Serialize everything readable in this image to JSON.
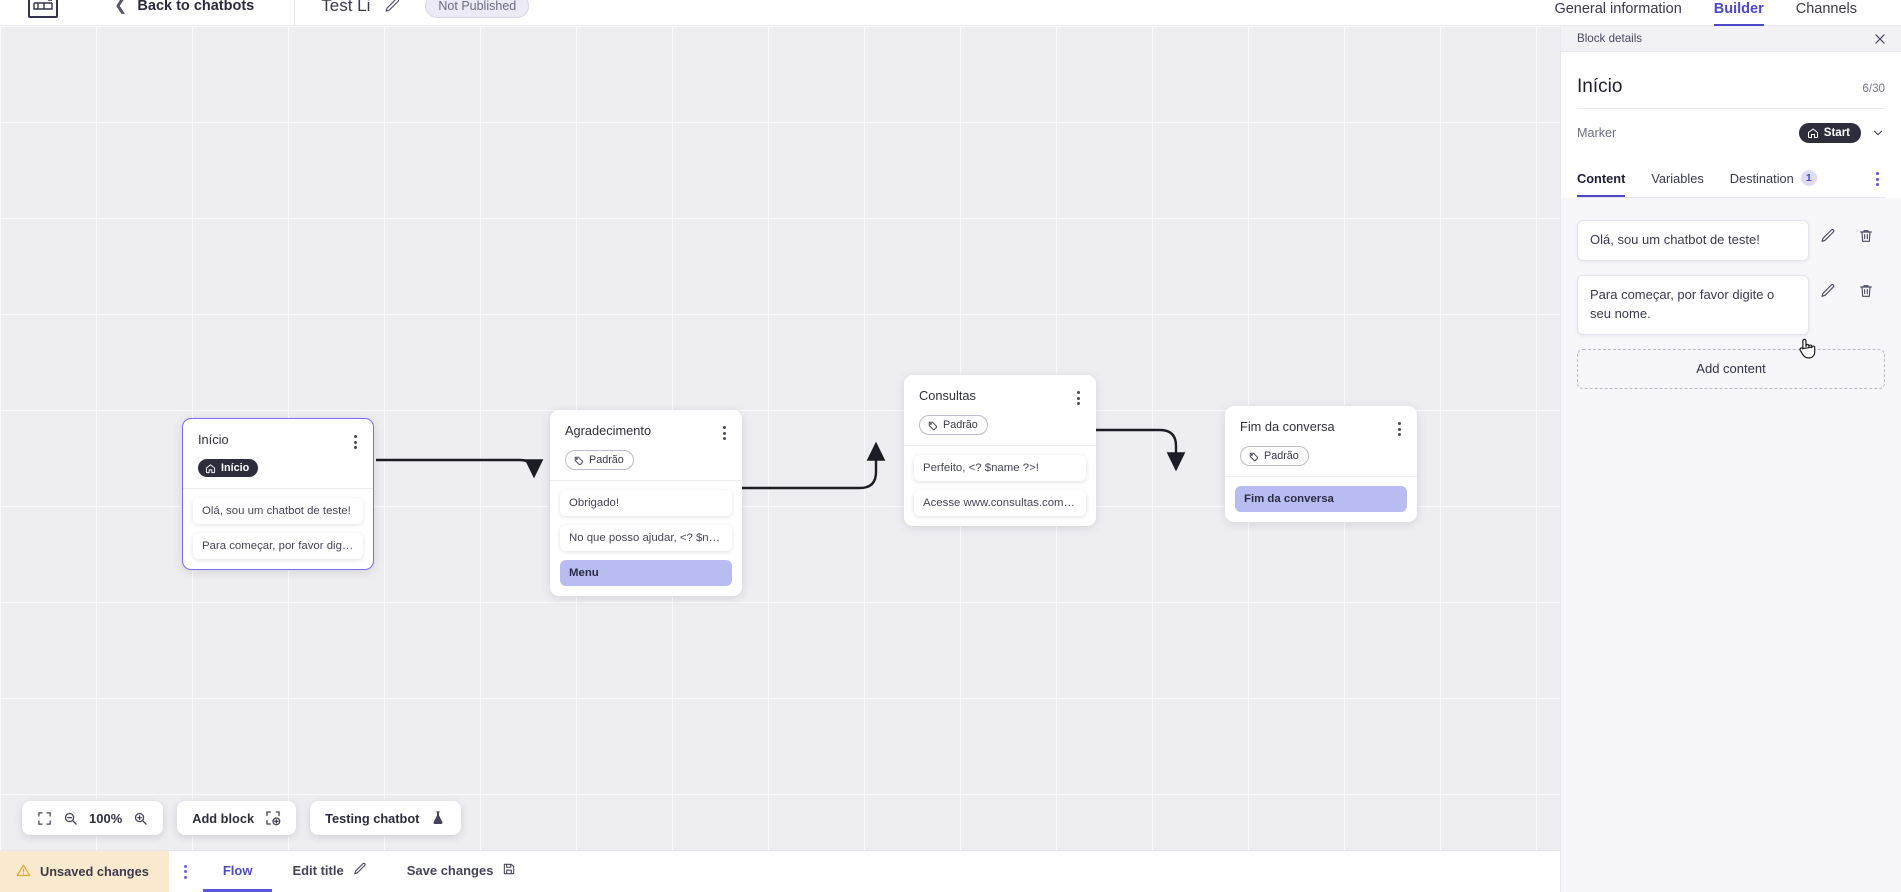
{
  "header": {
    "logo_name": "logo-icon",
    "back_label": "Back to chatbots",
    "bot_title": "Test Li",
    "edit_icon": "pencil-icon",
    "publish_badge": "Not Published",
    "tabs": [
      {
        "label": "General information",
        "active": false
      },
      {
        "label": "Builder",
        "active": true
      },
      {
        "label": "Channels",
        "active": false
      }
    ]
  },
  "canvas": {
    "blocks": [
      {
        "id": "inicio",
        "title": "Início",
        "chip": {
          "label": "Início",
          "type": "start",
          "icon": "home-icon"
        },
        "selected": true,
        "messages": [
          {
            "text": "Olá, sou um chatbot de teste!",
            "accent": false
          },
          {
            "text": "Para começar, por favor digite o ...",
            "accent": false
          }
        ]
      },
      {
        "id": "agradecimento",
        "title": "Agradecimento",
        "chip": {
          "label": "Padrão",
          "type": "default",
          "icon": "tag-icon"
        },
        "selected": false,
        "messages": [
          {
            "text": "Obrigado!",
            "accent": false
          },
          {
            "text": "No que posso ajudar, <? $name ...",
            "accent": false
          },
          {
            "text": "Menu",
            "accent": true
          }
        ]
      },
      {
        "id": "consultas",
        "title": "Consultas",
        "chip": {
          "label": "Padrão",
          "type": "default",
          "icon": "tag-icon"
        },
        "selected": false,
        "messages": [
          {
            "text": "Perfeito, <? $name ?>!",
            "accent": false
          },
          {
            "text": "Acesse www.consultas.com par...",
            "accent": false
          }
        ]
      },
      {
        "id": "fim",
        "title": "Fim da conversa",
        "chip": {
          "label": "Padrão",
          "type": "default",
          "icon": "tag-icon"
        },
        "selected": false,
        "messages": [
          {
            "text": "Fim da conversa",
            "accent": true
          }
        ]
      }
    ]
  },
  "toolbar": {
    "fit_icon": "fit-screen-icon",
    "zoom_out_icon": "zoom-out-icon",
    "zoom_level": "100%",
    "zoom_in_icon": "zoom-in-icon",
    "add_block_label": "Add block",
    "add_block_icon": "add-block-icon",
    "testing_label": "Testing chatbot",
    "testing_icon": "flask-icon"
  },
  "statusbar": {
    "unsaved_label": "Unsaved changes",
    "warning_icon": "warning-icon",
    "kebab_icon": "more-vertical-icon",
    "items": [
      {
        "label": "Flow",
        "active": true,
        "icon": ""
      },
      {
        "label": "Edit title",
        "active": false,
        "icon": "pencil-icon"
      },
      {
        "label": "Save changes",
        "active": false,
        "icon": "save-icon"
      }
    ]
  },
  "panel": {
    "head_title": "Block details",
    "close_icon": "close-icon",
    "block_title": "Início",
    "char_count": "6/30",
    "marker_label": "Marker",
    "marker_value": "Start",
    "marker_icon": "home-icon",
    "marker_caret": "chevron-down-icon",
    "tabs": [
      {
        "label": "Content",
        "active": true,
        "badge": ""
      },
      {
        "label": "Variables",
        "active": false,
        "badge": ""
      },
      {
        "label": "Destination",
        "active": false,
        "badge": "1"
      }
    ],
    "tabs_kebab": "more-vertical-icon",
    "contents": [
      {
        "text": "Olá, sou um chatbot de teste!",
        "edit_icon": "pencil-icon",
        "delete_icon": "trash-icon"
      },
      {
        "text": "Para começar, por favor digite o seu nome.",
        "edit_icon": "pencil-icon",
        "delete_icon": "trash-icon"
      }
    ],
    "add_content_label": "Add content"
  },
  "colors": {
    "accent": "#4b48c9",
    "accent_soft": "#b9bcf0",
    "canvas_bg": "#eeeef2",
    "warning_bg": "#fbeacd",
    "dark_chip": "#2d2d3c"
  }
}
